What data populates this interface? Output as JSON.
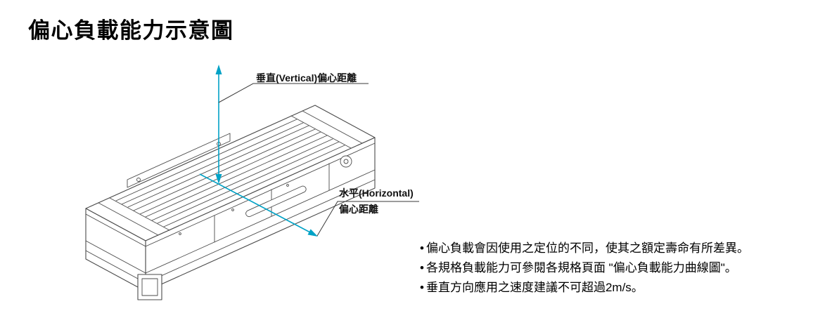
{
  "page": {
    "title": "偏心負載能力示意圖"
  },
  "diagram": {
    "vertical_label": "垂直(Vertical)偏心距離",
    "horizontal_label_line1": "水平(Horizontal)",
    "horizontal_label_line2": "偏心距離",
    "arrow_color": "#00A2C6",
    "line_color": "#4a4a4a"
  },
  "notes": {
    "bullet": "•",
    "items": [
      "偏心負載會因使用之定位的不同，使其之額定壽命有所差異。",
      "各規格負載能力可參閱各規格頁面 \"偏心負載能力曲線圖\"。",
      "垂直方向應用之速度建議不可超過2m/s。"
    ]
  }
}
